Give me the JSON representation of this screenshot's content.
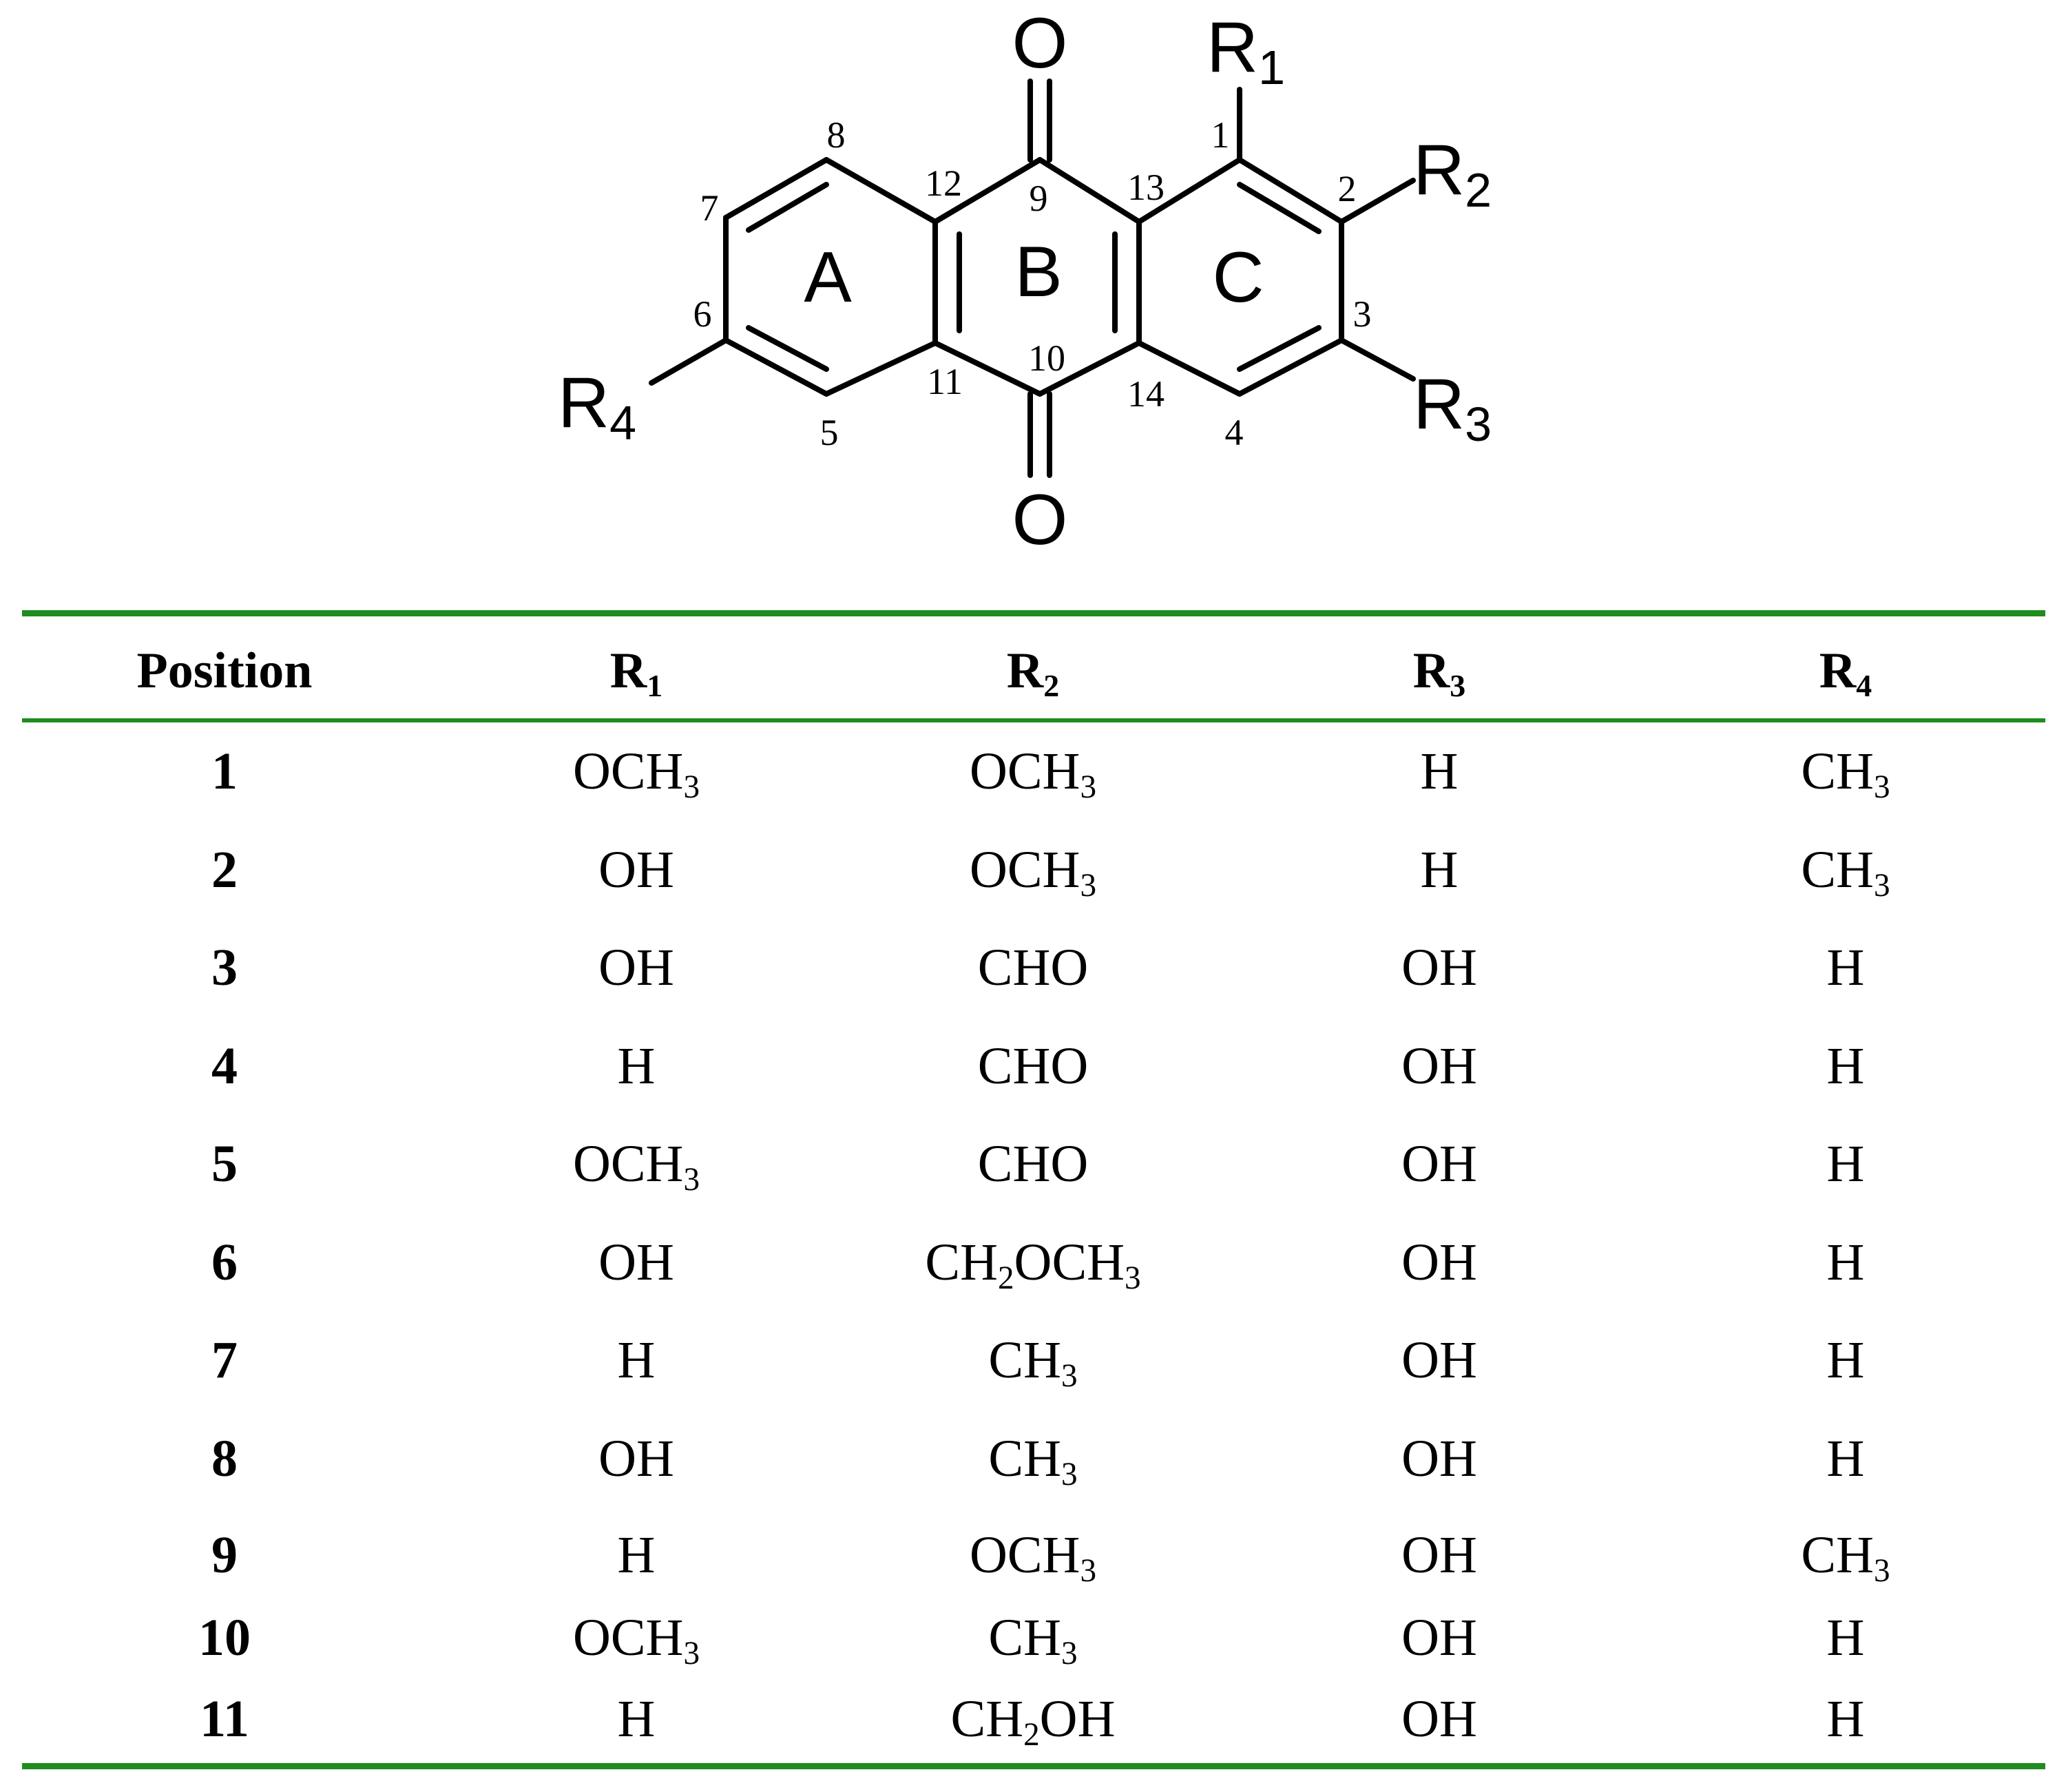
{
  "structure": {
    "ring_labels": [
      "A",
      "B",
      "C"
    ],
    "atom_numbers": [
      "1",
      "2",
      "3",
      "4",
      "5",
      "6",
      "7",
      "8",
      "9",
      "10",
      "11",
      "12",
      "13",
      "14"
    ],
    "oxygen": "O",
    "substituents": [
      {
        "base": "R",
        "sub": "1"
      },
      {
        "base": "R",
        "sub": "2"
      },
      {
        "base": "R",
        "sub": "3"
      },
      {
        "base": "R",
        "sub": "4"
      }
    ]
  },
  "table": {
    "rule_color": "#1e8c1e",
    "headers": [
      {
        "base": "Position",
        "sub": ""
      },
      {
        "base": "R",
        "sub": "1"
      },
      {
        "base": "R",
        "sub": "2"
      },
      {
        "base": "R",
        "sub": "3"
      },
      {
        "base": "R",
        "sub": "4"
      }
    ],
    "rows": [
      {
        "position": "1",
        "R1": "OCH3",
        "R2": "OCH3",
        "R3": "H",
        "R4": "CH3"
      },
      {
        "position": "2",
        "R1": "OH",
        "R2": "OCH3",
        "R3": "H",
        "R4": "CH3"
      },
      {
        "position": "3",
        "R1": "OH",
        "R2": "CHO",
        "R3": "OH",
        "R4": "H"
      },
      {
        "position": "4",
        "R1": "H",
        "R2": "CHO",
        "R3": "OH",
        "R4": "H"
      },
      {
        "position": "5",
        "R1": "OCH3",
        "R2": "CHO",
        "R3": "OH",
        "R4": "H"
      },
      {
        "position": "6",
        "R1": "OH",
        "R2": "CH2OCH3",
        "R3": "OH",
        "R4": "H"
      },
      {
        "position": "7",
        "R1": "H",
        "R2": "CH3",
        "R3": "OH",
        "R4": "H"
      },
      {
        "position": "8",
        "R1": "OH",
        "R2": "CH3",
        "R3": "OH",
        "R4": "H"
      },
      {
        "position": "9",
        "R1": "H",
        "R2": "OCH3",
        "R3": "OH",
        "R4": "CH3"
      },
      {
        "position": "10",
        "R1": "OCH3",
        "R2": "CH3",
        "R3": "OH",
        "R4": "H"
      },
      {
        "position": "11",
        "R1": "H",
        "R2": "CH2OH",
        "R3": "OH",
        "R4": "H"
      }
    ]
  }
}
